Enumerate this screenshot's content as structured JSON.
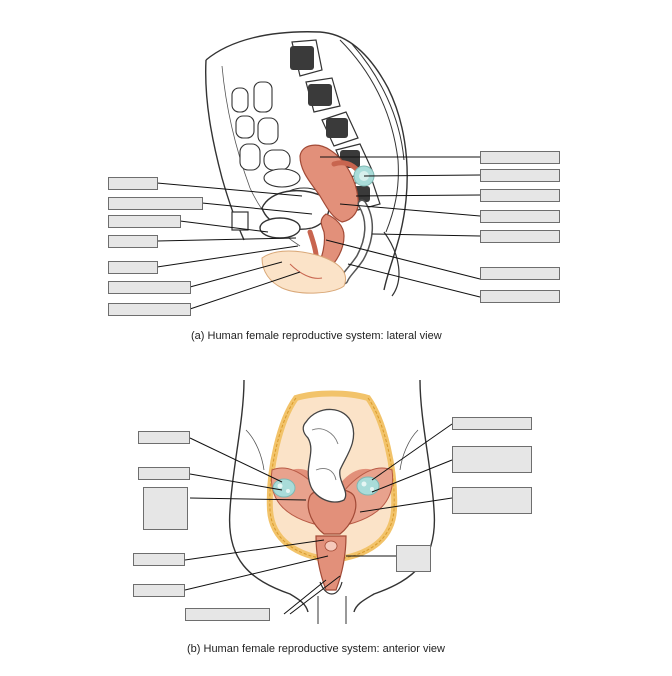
{
  "figure": {
    "panel_a": {
      "caption": "(a) Human female reproductive system: lateral view",
      "left_label_count": 7,
      "right_label_count": 7
    },
    "panel_b": {
      "caption": "(b) Human female reproductive system: anterior view",
      "left_label_count": 6,
      "right_label_count": 4
    }
  },
  "colors": {
    "outline": "#333333",
    "bone": "#3a3a3a",
    "organ": "#e2907a",
    "organ_dark": "#c8654f",
    "skin": "#fbe3c8",
    "ovary": "#a9dcd9",
    "fat": "#f2c36a",
    "label_fill": "#e6e6e6",
    "label_border": "#6e6e6e",
    "leader": "#111111"
  }
}
